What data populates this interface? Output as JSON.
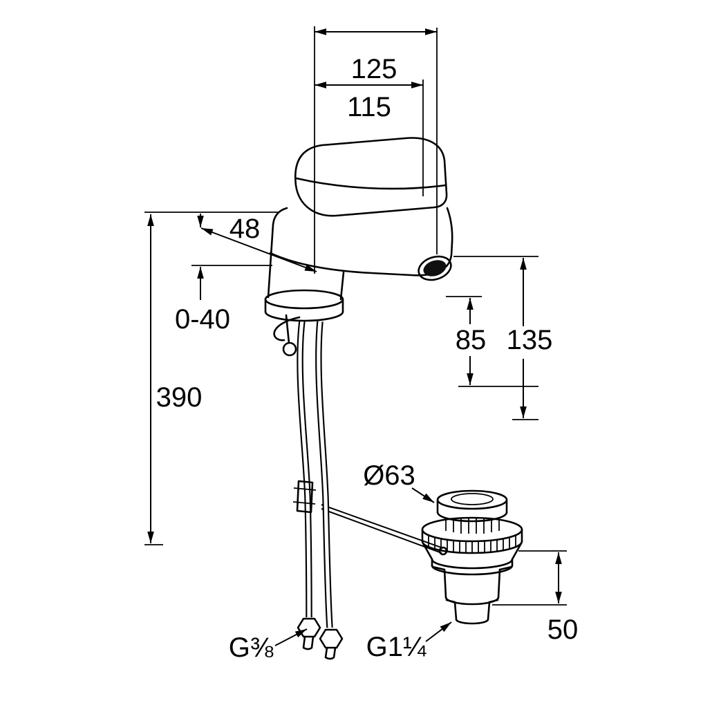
{
  "diagram": {
    "background": "#ffffff",
    "line_color": "#000000",
    "labels": {
      "dim_125": "125",
      "dim_115": "115",
      "dim_48": "48",
      "dim_0_40": "0-40",
      "dim_390": "390",
      "dim_85": "85",
      "dim_135": "135",
      "dim_diameter": "Ø63",
      "dim_50": "50",
      "thread_supply": "G⅜",
      "thread_waste": "G1¼"
    }
  }
}
